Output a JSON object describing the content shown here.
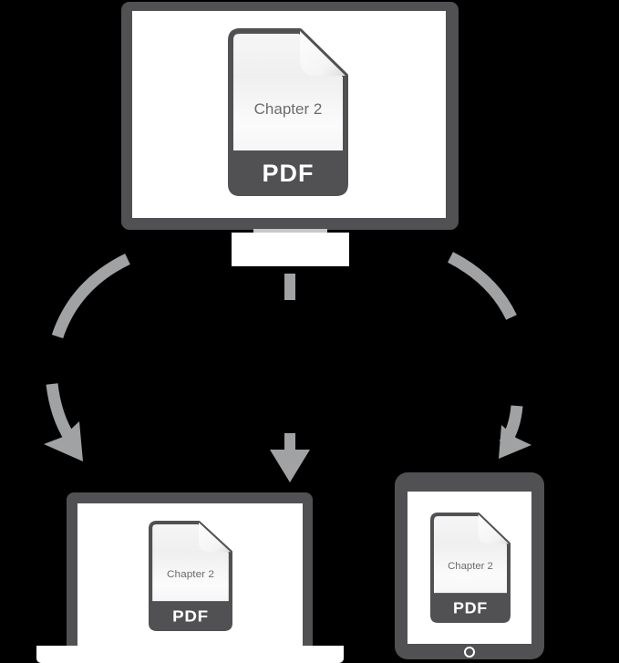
{
  "background": "#000000",
  "colors": {
    "background": "#000000",
    "device_frame": "#515154",
    "screen_white": "#ffffff",
    "arrow_gray": "#a1a2a3",
    "stand_neck_gray": "#c6c7c9",
    "file_title_gray": "#6b6c6e",
    "pdf_band": "#515154",
    "pdf_text": "#ffffff"
  },
  "devices": {
    "monitor": {
      "file_title": "Chapter 2",
      "file_type": "PDF"
    },
    "laptop": {
      "file_title": "Chapter 2",
      "file_type": "PDF"
    },
    "tablet": {
      "file_title": "Chapter 2",
      "file_type": "PDF"
    }
  },
  "icons": {
    "file_icon": "pdf-file-icon",
    "arrow_left": "curved-arrow-left-icon",
    "arrow_middle": "dashed-arrow-down-icon",
    "arrow_right": "curved-arrow-right-icon",
    "home_button": "home-button-circle"
  }
}
